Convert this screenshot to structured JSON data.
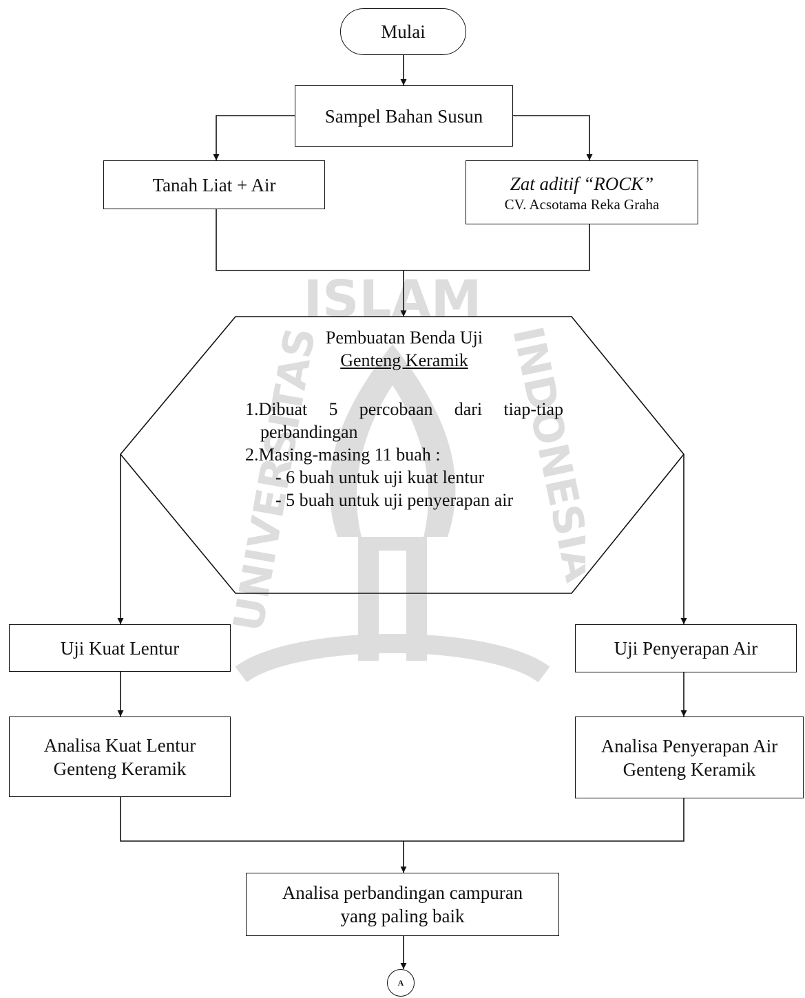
{
  "flowchart": {
    "start": "Mulai",
    "sample": "Sampel Bahan Susun",
    "clay": "Tanah Liat + Air",
    "additive": {
      "line1_prefix": "Zat ",
      "line1_word": "aditif",
      "line1_name": " “ROCK”",
      "line2": "CV. Acsotama Reka Graha"
    },
    "preparation": {
      "title": "Pembuatan Benda Uji",
      "subtitle": "Genteng Keramik",
      "step1_a": "1.Dibuat 5 percobaan dari tiap-tiap",
      "step1_b": "perbandingan",
      "step2": "2.Masing-masing 11 buah :",
      "sub1": "- 6 buah untuk uji kuat lentur",
      "sub2": "- 5 buah untuk uji penyerapan air"
    },
    "flex_test": "Uji Kuat Lentur",
    "absorb_test": "Uji Penyerapan Air",
    "flex_analysis": {
      "line1": "Analisa Kuat Lentur",
      "line2": "Genteng Keramik"
    },
    "absorb_analysis": {
      "line1": "Analisa Penyerapan Air",
      "line2": "Genteng Keramik"
    },
    "comparison": {
      "line1": "Analisa perbandingan campuran",
      "line2": "yang paling baik"
    },
    "connector": "A"
  },
  "watermark": {
    "top": "ISLAM",
    "left": "UNIVERSITAS",
    "right": "INDONESIA"
  }
}
